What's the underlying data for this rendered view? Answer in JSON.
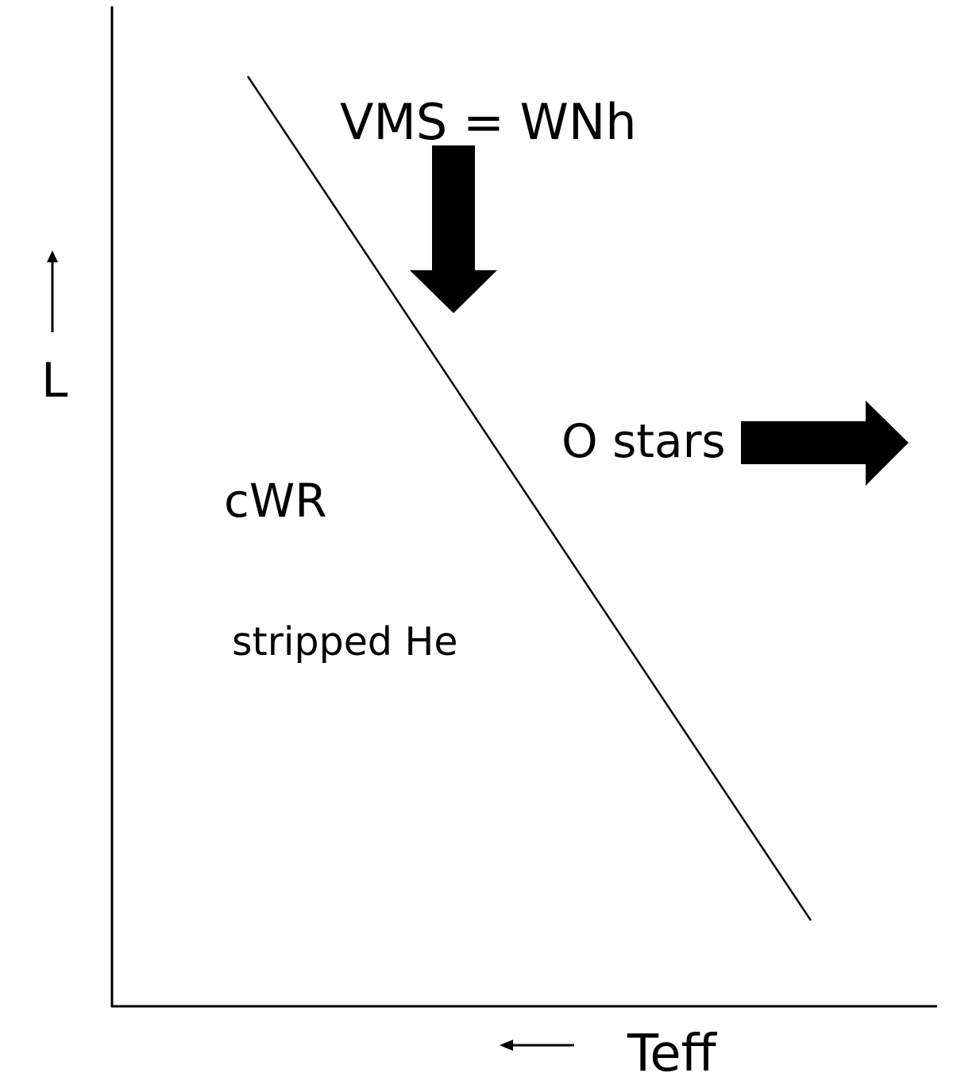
{
  "axes": {
    "y_label": "L",
    "x_label": "Teff"
  },
  "labels": {
    "vms": "VMS = WNh",
    "o_stars": "O stars",
    "cwr": "cWR",
    "stripped": "stripped He"
  },
  "colors": {
    "ink": "#000000",
    "background": "#ffffff"
  }
}
